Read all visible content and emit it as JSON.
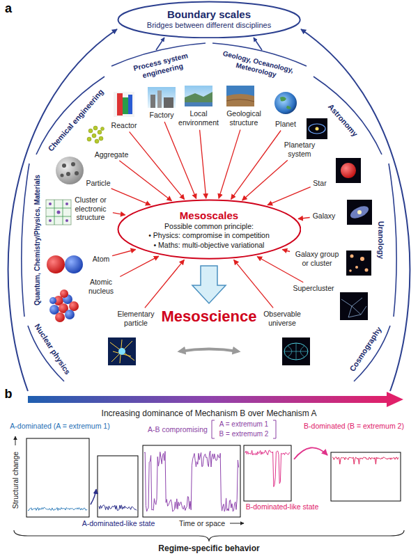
{
  "diagram": {
    "nodes": [
      {
        "text": [
          "Boundary scales",
          "Bridges between different disciplines"
        ]
      },
      {
        "text": [
          "Mesoscales",
          "Possible common principle:",
          "• Physics: compromise in competition",
          "• Maths: multi-objective variational"
        ]
      }
    ],
    "labels": [
      "a",
      "Chemical engineering",
      "Process system engineering",
      "Geology, Oceanology, Meteorology",
      "Astronomy",
      "Uranology",
      "Cosmography",
      "Nuclear physics",
      "Quantum, Chemistry/Physics, Materials",
      "Reactor",
      "Factory",
      "Local environment",
      "Geological structure",
      "Planet",
      "Planetary system",
      "Star",
      "Galaxy",
      "Galaxy group or cluster",
      "Supercluster",
      "Observable universe",
      "Elementary particle",
      "Atomic nucleus",
      "Atom",
      "Cluster or electronic structure",
      "Particle",
      "Aggregate",
      "Mesoscience",
      "b",
      "Increasing dominance of Mechanism B over Mechanism A",
      "A-dominated (A = extremum 1)",
      "A-B compromising",
      "A = extremum 1",
      "B = extremum 2",
      "B-dominated (B = extremum 2)",
      "Structural change",
      "A-dominated-like state",
      "B-dominated-like state",
      "Time or space",
      "Regime-specific behavior"
    ]
  }
}
